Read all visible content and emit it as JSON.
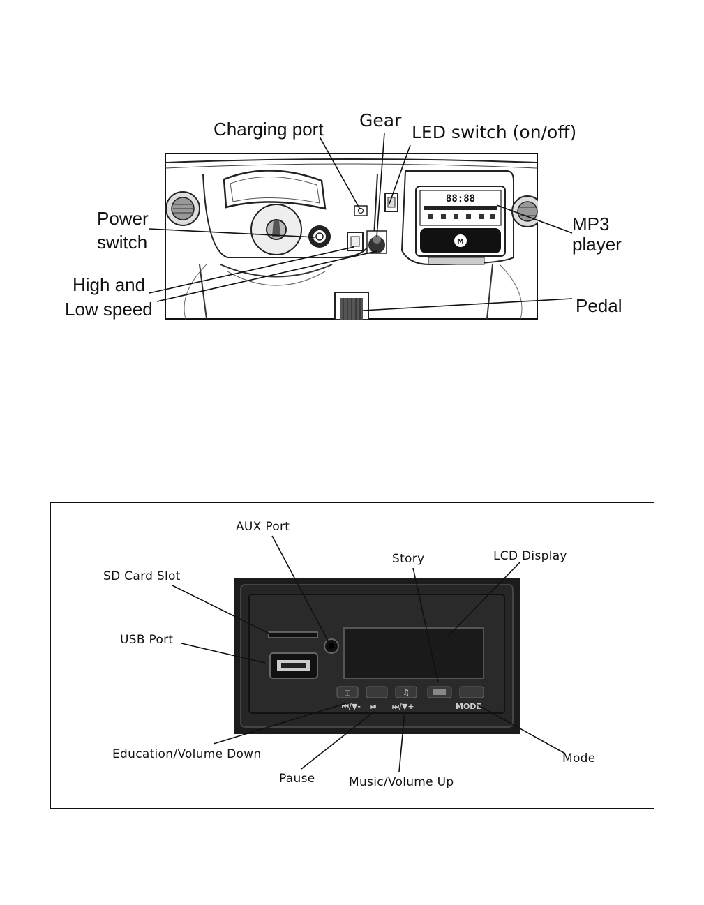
{
  "dashboard_labels": {
    "charging_port": "Charging port",
    "gear": "Gear",
    "led_switch": "LED switch (on/off)",
    "power_switch_line1": "Power",
    "power_switch_line2": "switch",
    "high_low_line1": "High and",
    "high_low_line2": "Low speed",
    "mp3_line1": "MP3",
    "mp3_line2": "player",
    "pedal": "Pedal"
  },
  "mp3_panel_labels": {
    "aux_port": "AUX Port",
    "story": "Story",
    "lcd_display": "LCD Display",
    "sd_card_slot": "SD Card Slot",
    "usb_port": "USB Port",
    "education_volume_down": "Education/Volume Down",
    "pause": "Pause",
    "music_volume_up": "Music/Volume Up",
    "mode": "Mode"
  },
  "mp3_panel_button_marks": {
    "prev": "⏮/▼-",
    "play": "⏯",
    "next": "⏭/▼+",
    "mode": "MODE"
  },
  "lcd_readout": "88:88"
}
